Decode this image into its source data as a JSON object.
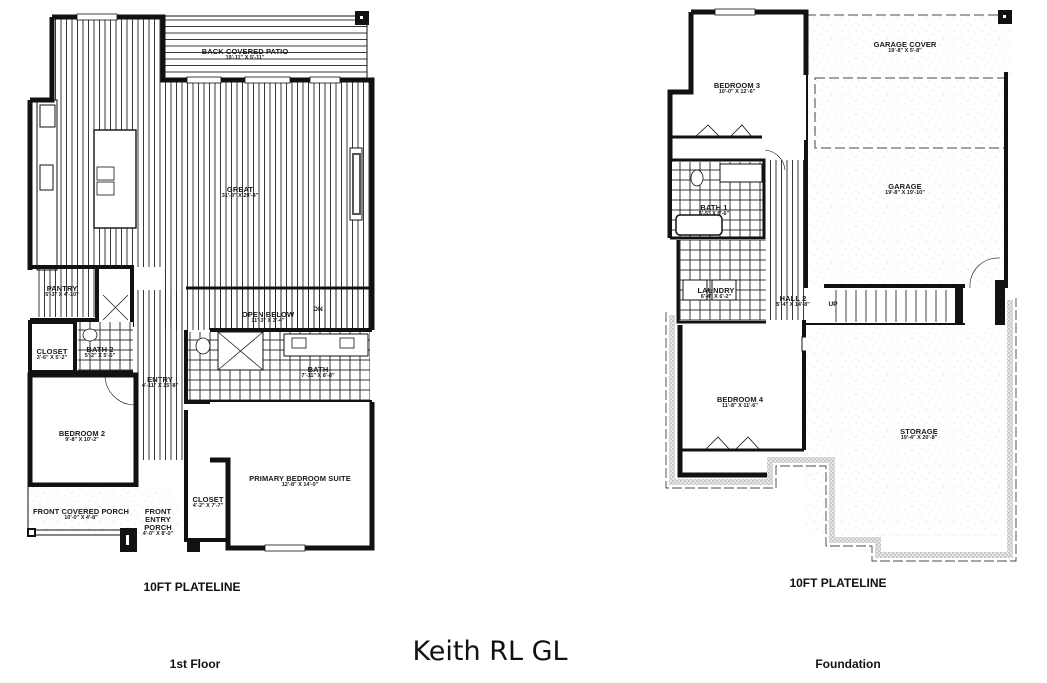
{
  "title": "Keith RL GL",
  "plans": [
    {
      "name": "1st Floor",
      "plateline": "10FT PLATELINE",
      "rooms": [
        {
          "name": "BACK COVERED PATIO",
          "dims": "19'-11\" X 5'-11\""
        },
        {
          "name": "GREAT",
          "dims": "31'-3\" X 29'-4\""
        },
        {
          "name": "PANTRY",
          "dims": "5'-3\" X 4'-10\""
        },
        {
          "name": "CLOSET",
          "dims": "3'-6\" X 5'-2\""
        },
        {
          "name": "BATH 2",
          "dims": "5'-2\" X 5'-6\""
        },
        {
          "name": "OPEN BELOW",
          "dims": "11'-3\" X 3'-4\""
        },
        {
          "name": "BATH",
          "dims": "7'-11\" X 8'-8\""
        },
        {
          "name": "ENTRY",
          "dims": "4'-11\" X 15'-8\""
        },
        {
          "name": "BEDROOM 2",
          "dims": "9'-8\" X 10'-2\""
        },
        {
          "name": "PRIMARY BEDROOM SUITE",
          "dims": "12'-8\" X 14'-0\""
        },
        {
          "name": "CLOSET",
          "dims": "4'-2\" X 7'-7\""
        },
        {
          "name": "FRONT COVERED PORCH",
          "dims": "10'-0\" X 4'-8\""
        },
        {
          "name": "FRONT ENTRY PORCH",
          "dims": "4'-0\" X 8'-0\""
        }
      ],
      "annotations": {
        "stair_dn": "DN"
      }
    },
    {
      "name": "Foundation",
      "plateline": "10FT PLATELINE",
      "rooms": [
        {
          "name": "BEDROOM 3",
          "dims": "10'-0\" X 12'-6\""
        },
        {
          "name": "GARAGE COVER",
          "dims": "19'-8\" X 5'-8\""
        },
        {
          "name": "GARAGE",
          "dims": "19'-8\" X 19'-10\""
        },
        {
          "name": "BATH 1",
          "dims": "5'-5\" X 8'-6\""
        },
        {
          "name": "LAUNDRY",
          "dims": "6'-4\" X 6'-2\""
        },
        {
          "name": "HALL 2",
          "dims": "5'-4\" X 14'-8\""
        },
        {
          "name": "BEDROOM 4",
          "dims": "11'-8\" X 11'-6\""
        },
        {
          "name": "STORAGE",
          "dims": "19'-4\" X 20'-8\""
        }
      ],
      "annotations": {
        "stair_up": "UP"
      }
    }
  ]
}
